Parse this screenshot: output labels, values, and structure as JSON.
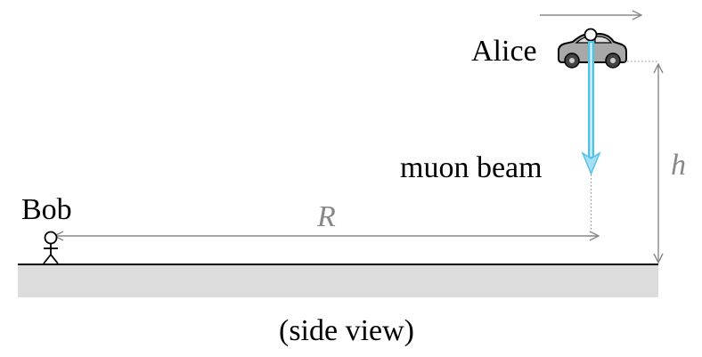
{
  "labels": {
    "alice": "Alice",
    "bob": "Bob",
    "beam": "muon beam",
    "distance": "R",
    "height": "h",
    "caption": "(side view)"
  },
  "colors": {
    "beam": "#4fc3e8",
    "beam_core": "#e8f7fc",
    "ground": "#dcdcdc",
    "dimension": "#888888",
    "car_body": "#a8a8a8"
  }
}
